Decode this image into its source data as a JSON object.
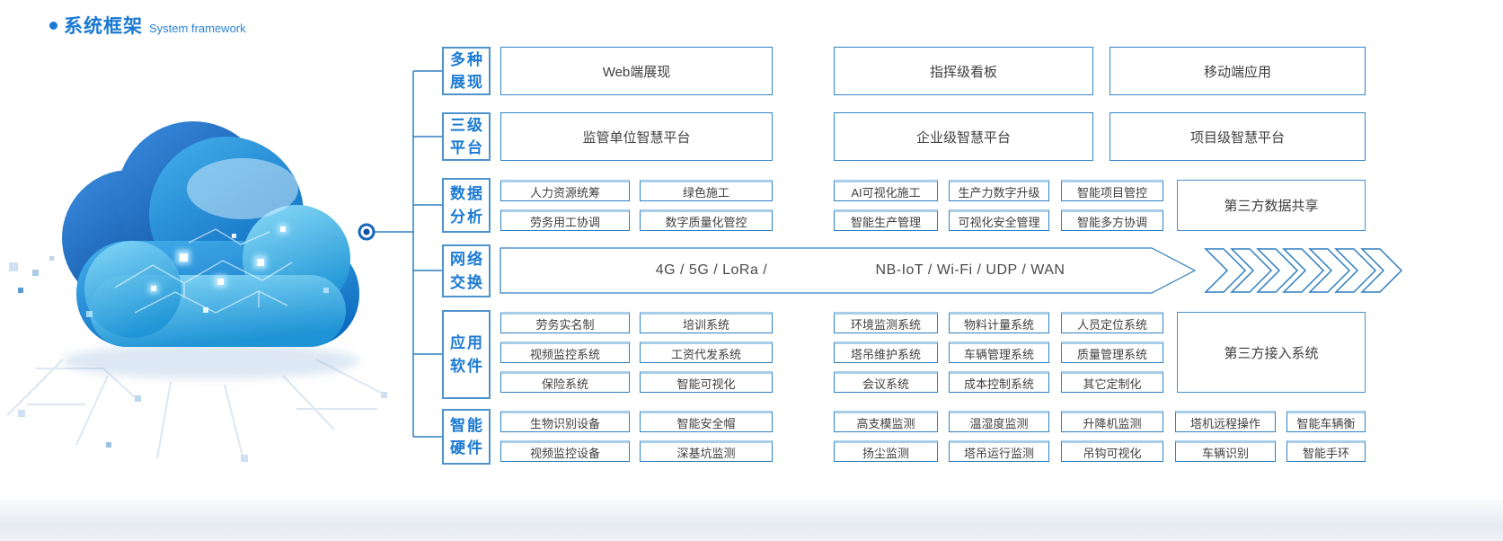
{
  "title": {
    "zh": "系统框架",
    "en": "System framework"
  },
  "colors": {
    "accent": "#1a79d2",
    "box_border": "#2f81c3",
    "box_border_light": "#a8cde9",
    "text": "#3f3f3f"
  },
  "rows": {
    "display": {
      "label_lines": [
        "多种",
        "展现"
      ],
      "boxes": [
        "Web端展现",
        "指挥级看板",
        "移动端应用"
      ]
    },
    "platform": {
      "label_lines": [
        "三级",
        "平台"
      ],
      "boxes": [
        "监管单位智慧平台",
        "企业级智慧平台",
        "项目级智慧平台"
      ]
    },
    "analysis": {
      "label_lines": [
        "数据",
        "分析"
      ],
      "row_a": [
        "人力资源统筹",
        "绿色施工",
        "AI可视化施工",
        "生产力数字升级",
        "智能项目管控"
      ],
      "row_b": [
        "劳务用工协调",
        "数字质量化管控",
        "智能生产管理",
        "可视化安全管理",
        "智能多方协调"
      ],
      "side_box": "第三方数据共享"
    },
    "network": {
      "label_lines": [
        "网络",
        "交换"
      ],
      "band_left": "4G / 5G / LoRa /",
      "band_right": "NB-IoT / Wi-Fi / UDP / WAN"
    },
    "software": {
      "label_lines": [
        "应用",
        "软件"
      ],
      "row_a": [
        "劳务实名制",
        "培训系统",
        "环境监测系统",
        "物料计量系统",
        "人员定位系统"
      ],
      "row_b": [
        "视频监控系统",
        "工资代发系统",
        "塔吊维护系统",
        "车辆管理系统",
        "质量管理系统"
      ],
      "row_c": [
        "保险系统",
        "智能可视化",
        "会议系统",
        "成本控制系统",
        "其它定制化"
      ],
      "side_box": "第三方接入系统"
    },
    "hardware": {
      "label_lines": [
        "智能",
        "硬件"
      ],
      "row_a": [
        "生物识别设备",
        "智能安全帽",
        "高支模监测",
        "温湿度监测",
        "升降机监测",
        "塔机远程操作",
        "智能车辆衡"
      ],
      "row_b": [
        "视频监控设备",
        "深基坑监测",
        "扬尘监测",
        "塔吊运行监测",
        "吊钩可视化",
        "车辆识别",
        "智能手环"
      ]
    }
  }
}
